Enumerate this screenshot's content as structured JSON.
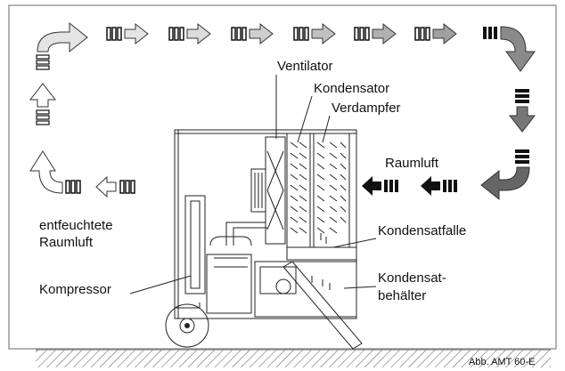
{
  "labels": {
    "ventilator": "Ventilator",
    "kondensator": "Kondensator",
    "verdampfer": "Verdampfer",
    "raumluft": "Raumluft",
    "entfeuchtete_line1": "entfeuchtete",
    "entfeuchtete_line2": "Raumluft",
    "kondensatfalle": "Kondensatfalle",
    "kondensatbehaelter_line1": "Kondensat-",
    "kondensatbehaelter_line2": "behälter",
    "kompressor": "Kompressor",
    "caption": "Abb. AMT 60-E"
  },
  "colors": {
    "arrow_light": "#e4e4e4",
    "arrow_mid": "#a8a8a8",
    "arrow_dark": "#777777",
    "arrow_black": "#111111",
    "outline": "#222222",
    "frame": "#9a9a9a"
  }
}
